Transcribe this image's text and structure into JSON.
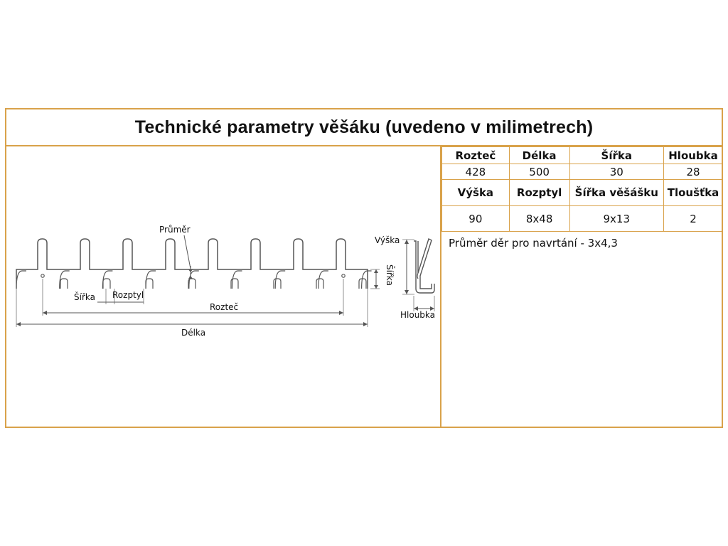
{
  "title": "Technické parametry věšáku (uvedeno v milimetrech)",
  "table": {
    "row1_headers": [
      "Rozteč",
      "Délka",
      "Šířka",
      "Hloubka"
    ],
    "row1_values": [
      "428",
      "500",
      "30",
      "28"
    ],
    "row2_headers": [
      "Výška",
      "Rozptyl",
      "Šířka věšášku",
      "Tloušťka"
    ],
    "row2_values": [
      "90",
      "8x48",
      "9x13",
      "2"
    ]
  },
  "note": "Průměr děr pro navrtání - 3x4,3",
  "drawing_labels": {
    "prumer": "Průměr",
    "sirka": "Šířka",
    "rozptyl": "Rozptyl",
    "roztec": "Rozteč",
    "delka": "Délka",
    "sirka_side": "Šířka",
    "vyska": "Výška",
    "hloubka": "Hloubka"
  },
  "colors": {
    "border": "#d9a24a",
    "line": "#555555"
  }
}
